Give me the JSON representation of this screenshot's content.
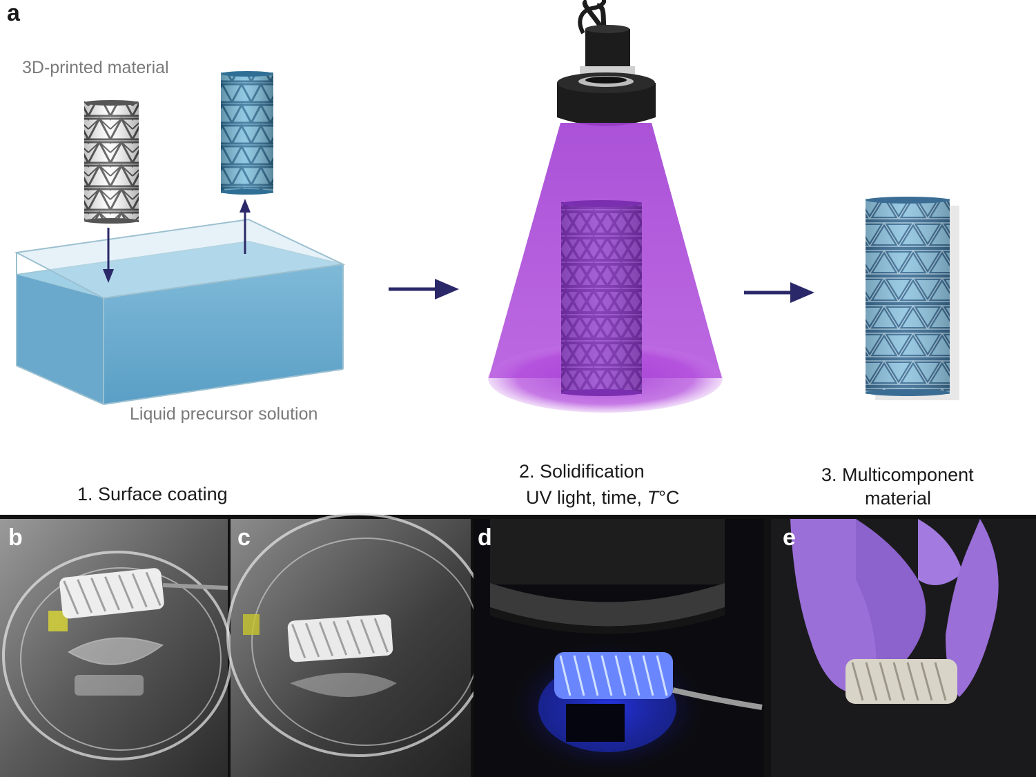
{
  "panel_a": {
    "letter": "a",
    "label_printed_material": "3D-printed material",
    "label_liquid": "Liquid precursor solution",
    "step1": "1. Surface coating",
    "step2_line1": "2. Solidification",
    "step2_line2_prefix": "UV light, time, ",
    "step2_line2_italic": "T",
    "step2_line2_suffix": "°C",
    "step3_line1": "3. Multicomponent",
    "step3_line2": "material"
  },
  "photos": {
    "b": "b",
    "c": "c",
    "d": "d",
    "e": "e"
  },
  "colors": {
    "arrow": "#2a2868",
    "liquid": "#5fa8cf",
    "uv_light": "#b043d8",
    "lamp": "#1c1c1c",
    "glove": "#9a6fd8",
    "coated_lattice": "#4f8fb8",
    "uncoated_lattice": "#555555"
  }
}
